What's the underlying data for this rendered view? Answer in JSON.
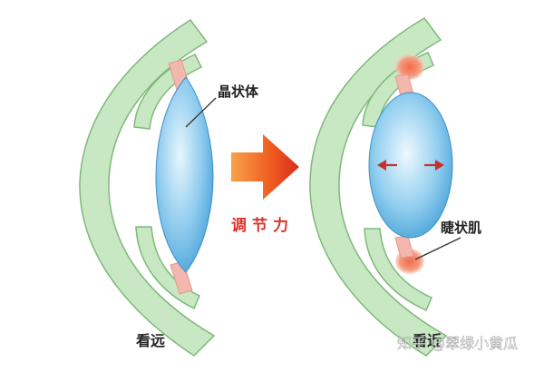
{
  "labels": {
    "lens": "晶状体",
    "accommodation": "调节力",
    "ciliary_muscle": "睫状肌",
    "view_far": "看远",
    "view_near": "看近"
  },
  "watermark": {
    "text": "知乎 @翠绿小黄瓜"
  },
  "colors": {
    "tissue_green": "#c8e8c4",
    "tissue_outline": "#7fb87a",
    "lens_blue": "#5fb2e0",
    "lens_highlight": "#e6f6fd",
    "ligament_pink": "#f2b7ad",
    "muscle_red": "#f07a5a",
    "arrow_orange": "#f05a1e",
    "arrow_red": "#d62b1c",
    "accent_text_red": "#e0312a",
    "inner_arrow_red": "#c8302c"
  }
}
